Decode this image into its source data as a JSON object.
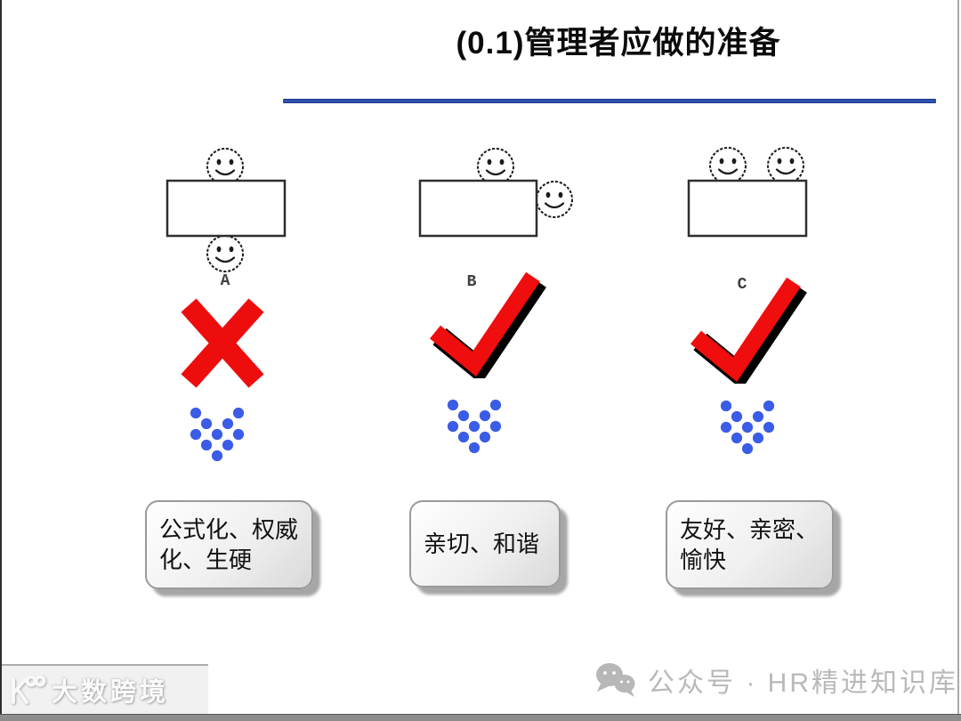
{
  "slide": {
    "title": "(0.1)管理者应做的准备"
  },
  "options": [
    {
      "letter": "A",
      "verdict": "cross",
      "seating": "two-opposite-sides-of-table",
      "caption": "公式化、权威化、生硬"
    },
    {
      "letter": "B",
      "verdict": "check",
      "seating": "corner-adjacent-seating",
      "caption": "亲切、和谐"
    },
    {
      "letter": "C",
      "verdict": "check",
      "seating": "same-side-of-table",
      "caption": "友好、亲密、愉快"
    }
  ],
  "watermarks": {
    "bottom_left_brand": "大数跨境",
    "bottom_right": "公众号 · HR精进知识库"
  },
  "colors": {
    "title_underline_blue": "#1e3d9c",
    "cross_red": "#ee0d0d",
    "check_red": "#f00d0d",
    "arrow_dots_blue": "#3b5ce6",
    "watermark_gray": "#b9b9b9"
  }
}
